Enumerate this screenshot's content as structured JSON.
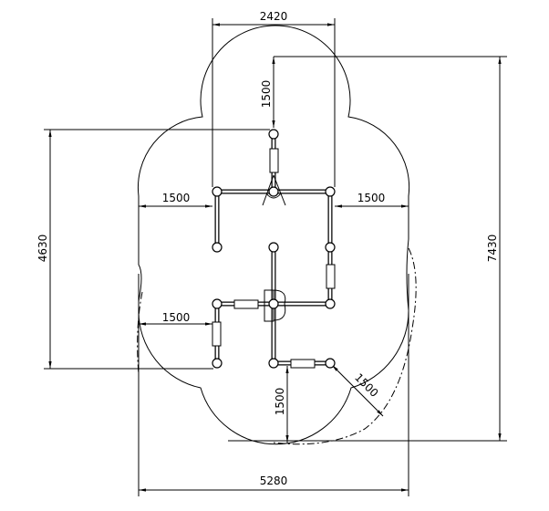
{
  "drawing": {
    "dimensions": {
      "top_width": "2420",
      "top_offset": "1500",
      "overall_height": "7430",
      "frame_height": "4630",
      "left_clearance": "1500",
      "right_clearance": "1500",
      "lower_left_clearance": "1500",
      "bottom_clearance": "1500",
      "diagonal_clearance": "1500",
      "overall_width": "5280"
    },
    "colors": {
      "line": "#000000",
      "background": "#ffffff"
    }
  }
}
